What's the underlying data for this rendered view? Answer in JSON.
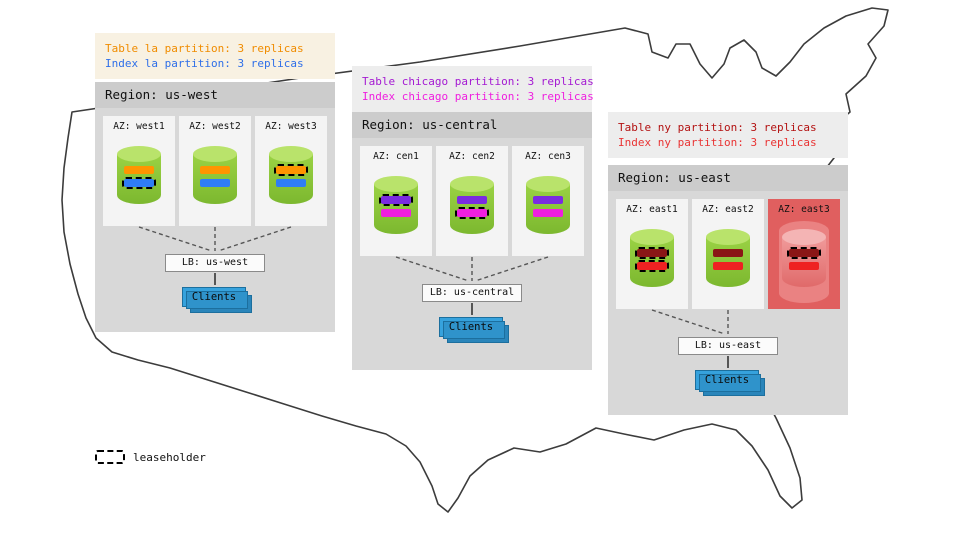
{
  "legend": {
    "label": "leaseholder"
  },
  "map": {
    "name": "united-states-outline"
  },
  "regions": [
    {
      "title": "Region: us-west",
      "callout": {
        "bg": "#f8f1e2",
        "lines": [
          {
            "text": "Table la partition: 3 replicas",
            "color": "#f08c00"
          },
          {
            "text": "Index la partition: 3 replicas",
            "color": "#2f6fe8"
          }
        ]
      },
      "azs": [
        {
          "label": "AZ: west1",
          "failed": false,
          "link_down": false,
          "bars": [
            {
              "color": "#ff9500",
              "leaseholder": false
            },
            {
              "color": "#2f7df6",
              "leaseholder": true
            }
          ]
        },
        {
          "label": "AZ: west2",
          "failed": false,
          "link_down": false,
          "bars": [
            {
              "color": "#ff9500",
              "leaseholder": false
            },
            {
              "color": "#2f7df6",
              "leaseholder": false
            }
          ]
        },
        {
          "label": "AZ: west3",
          "failed": false,
          "link_down": false,
          "bars": [
            {
              "color": "#ff9500",
              "leaseholder": true
            },
            {
              "color": "#2f7df6",
              "leaseholder": false
            }
          ]
        }
      ],
      "lb_label": "LB: us-west",
      "clients_label": "Clients"
    },
    {
      "title": "Region: us-central",
      "callout": {
        "bg": "#ededed",
        "lines": [
          {
            "text": "Table chicago partition: 3 replicas",
            "color": "#a41ad2"
          },
          {
            "text": "Index chicago partition: 3 replicas",
            "color": "#ef1fdf"
          }
        ]
      },
      "azs": [
        {
          "label": "AZ: cen1",
          "failed": false,
          "link_down": false,
          "bars": [
            {
              "color": "#7b2be0",
              "leaseholder": true
            },
            {
              "color": "#ef1fdf",
              "leaseholder": false
            }
          ]
        },
        {
          "label": "AZ: cen2",
          "failed": false,
          "link_down": false,
          "bars": [
            {
              "color": "#7b2be0",
              "leaseholder": false
            },
            {
              "color": "#ef1fdf",
              "leaseholder": true
            }
          ]
        },
        {
          "label": "AZ: cen3",
          "failed": false,
          "link_down": false,
          "bars": [
            {
              "color": "#7b2be0",
              "leaseholder": false
            },
            {
              "color": "#ef1fdf",
              "leaseholder": false
            }
          ]
        }
      ],
      "lb_label": "LB: us-central",
      "clients_label": "Clients"
    },
    {
      "title": "Region: us-east",
      "callout": {
        "bg": "#ededed",
        "lines": [
          {
            "text": "Table ny partition: 3 replicas",
            "color": "#b31212"
          },
          {
            "text": "Index ny partition: 3 replicas",
            "color": "#e93434"
          }
        ]
      },
      "azs": [
        {
          "label": "AZ: east1",
          "failed": false,
          "link_down": false,
          "bars": [
            {
              "color": "#8a1616",
              "leaseholder": true
            },
            {
              "color": "#ee2222",
              "leaseholder": true
            }
          ]
        },
        {
          "label": "AZ: east2",
          "failed": false,
          "link_down": false,
          "bars": [
            {
              "color": "#8a1616",
              "leaseholder": false
            },
            {
              "color": "#ee2222",
              "leaseholder": false
            }
          ]
        },
        {
          "label": "AZ: east3",
          "failed": true,
          "link_down": true,
          "bars": [
            {
              "color": "#8a1616",
              "leaseholder": true
            },
            {
              "color": "#ee2222",
              "leaseholder": false
            }
          ]
        }
      ],
      "lb_label": "LB: us-east",
      "clients_label": "Clients"
    }
  ]
}
